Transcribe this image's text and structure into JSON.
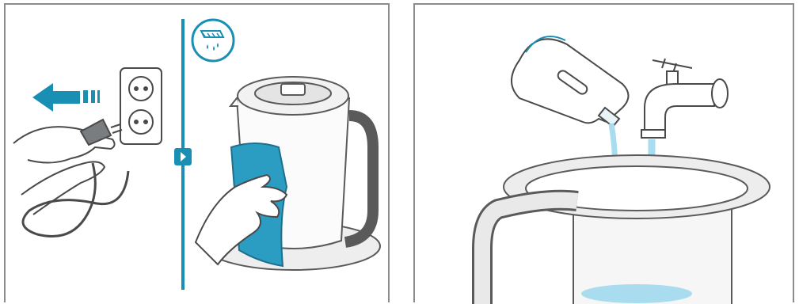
{
  "figure": {
    "panels": [
      {
        "id": "unplug-and-wipe",
        "steps": [
          "unplug-from-socket",
          "wipe-kettle-with-damp-cloth"
        ]
      },
      {
        "id": "descale",
        "steps": [
          "pour-descaler-into-kettle",
          "add-tap-water"
        ]
      }
    ],
    "icons": {
      "cloth_icon": "damp-cloth-icon",
      "arrow_icon": "pull-arrow-icon",
      "next_icon": "next-step-icon"
    },
    "colors": {
      "accent": "#1a8fb4",
      "cloth": "#2b9cc2",
      "water": "#a8dcee",
      "line": "#4a4a4a",
      "frame": "#8a8d90"
    }
  }
}
